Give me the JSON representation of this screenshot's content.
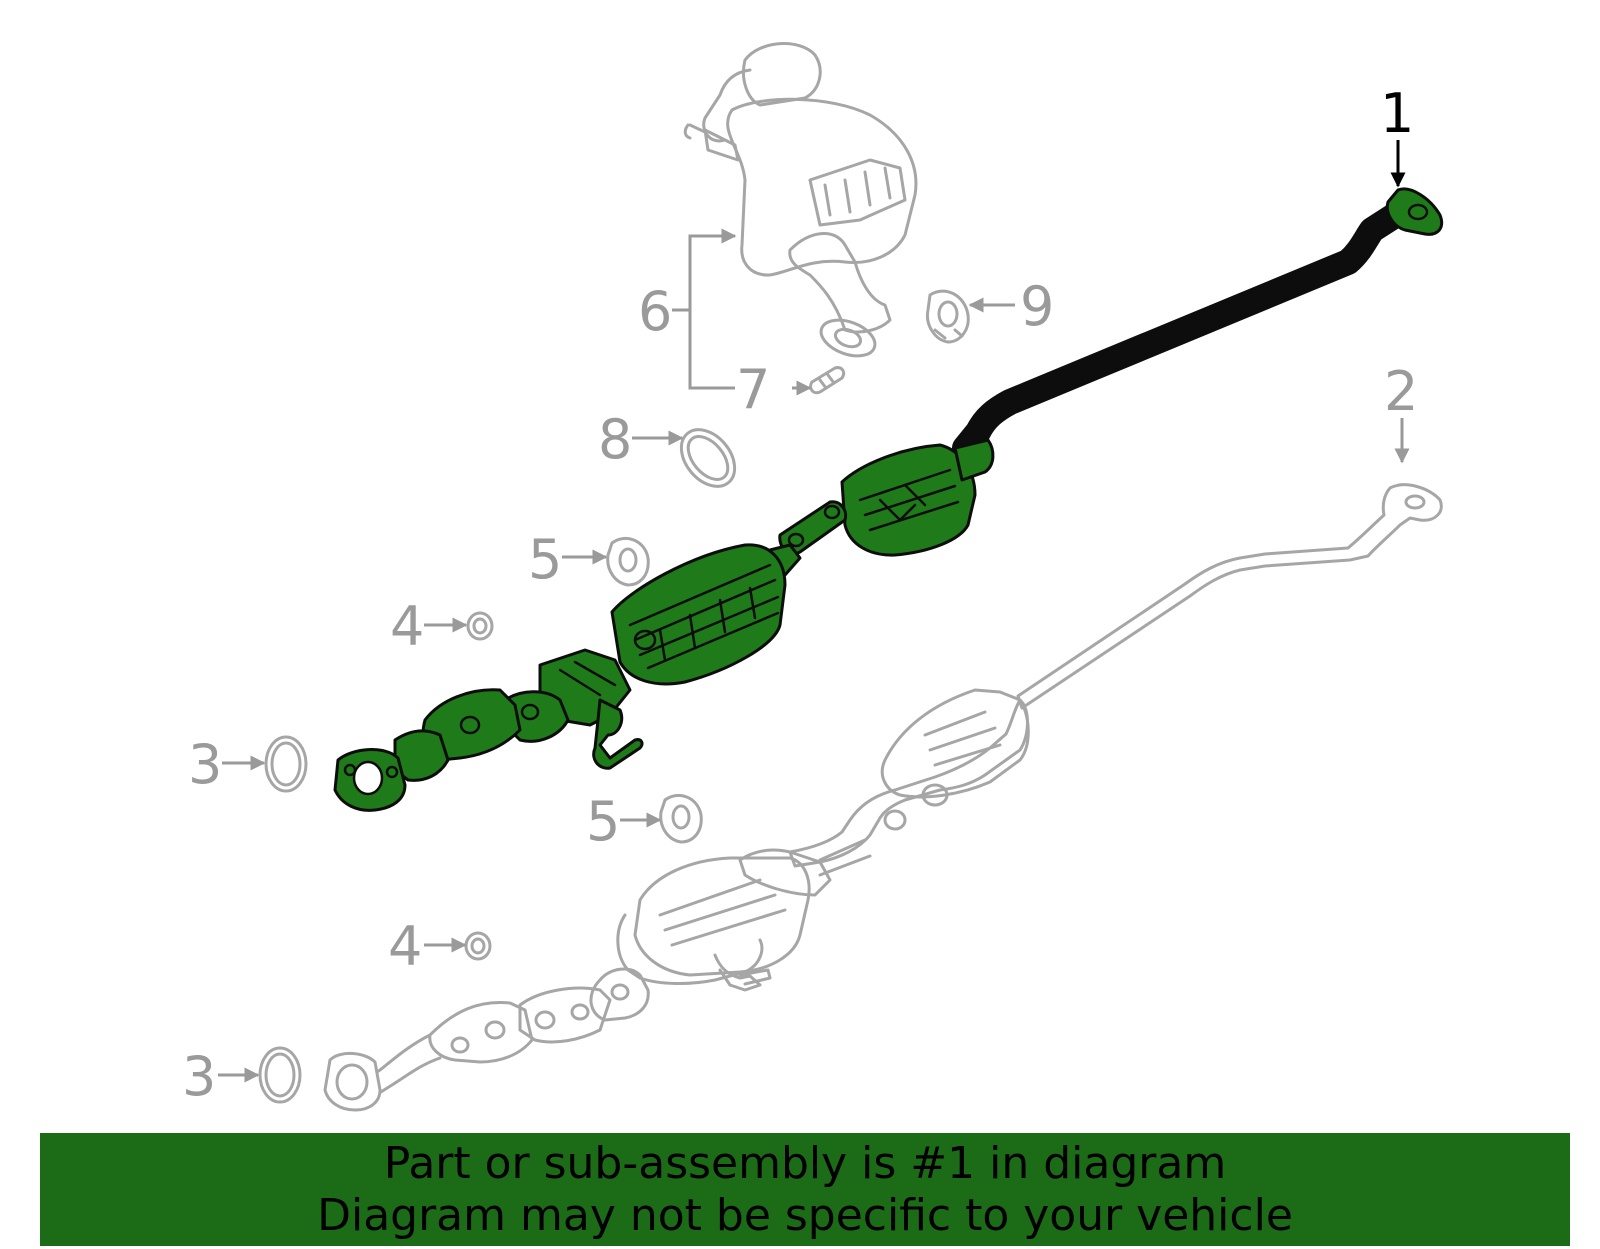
{
  "callouts": {
    "c1": "1",
    "c2": "2",
    "c3a": "3",
    "c3b": "3",
    "c4a": "4",
    "c4b": "4",
    "c5a": "5",
    "c5b": "5",
    "c6": "6",
    "c7": "7",
    "c8": "8",
    "c9": "9"
  },
  "banner": {
    "line1": "Part or sub-assembly is #1 in diagram",
    "line2": "Diagram may not be specific to your vehicle"
  },
  "colors": {
    "highlight": "#1f7a1a",
    "banner": "#1c6b16",
    "ghost": "#a6a6a6"
  }
}
